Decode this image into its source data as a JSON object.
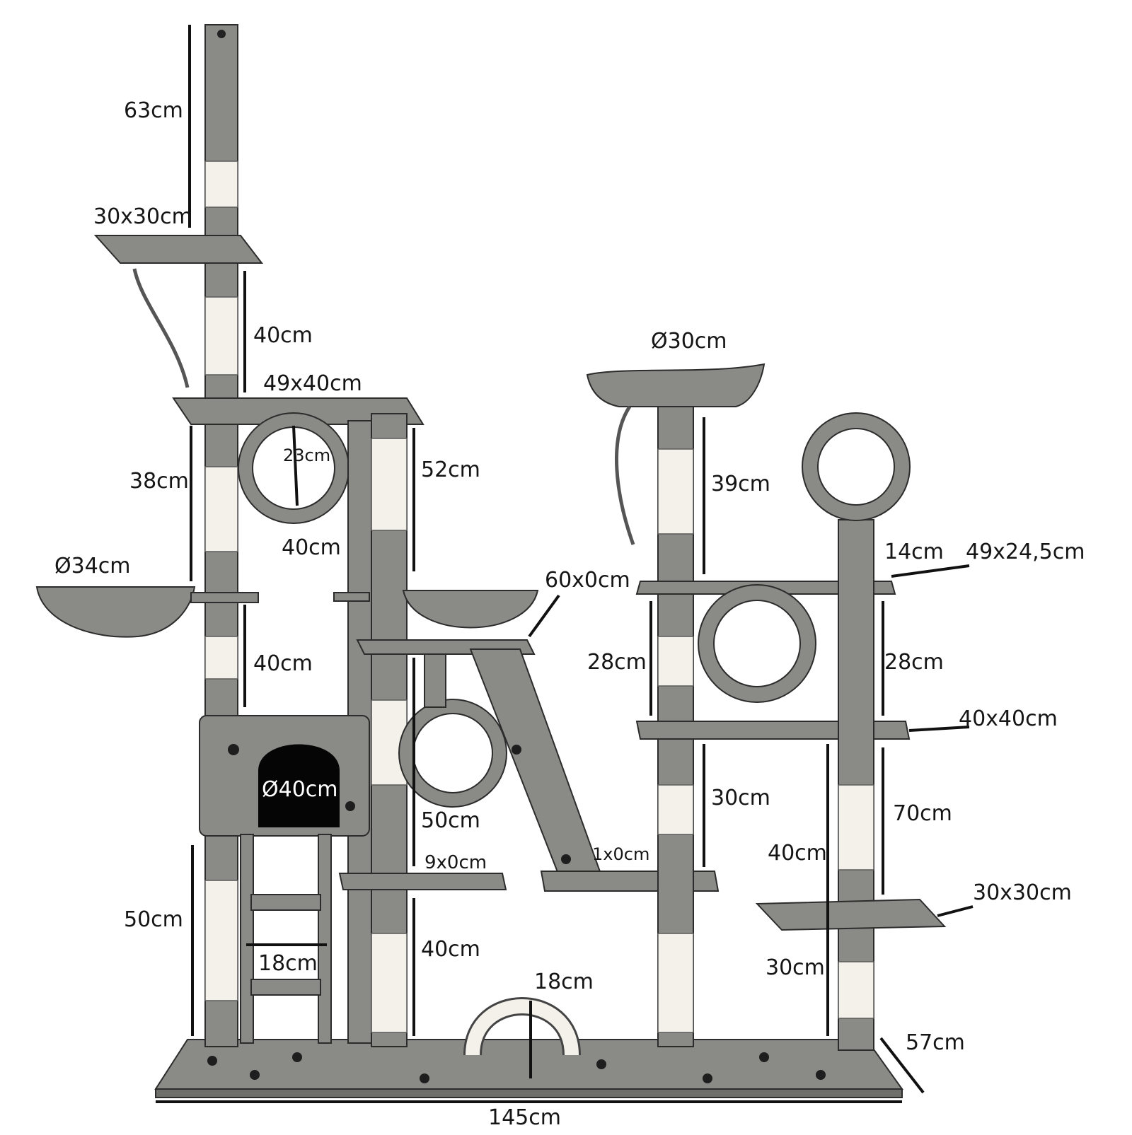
{
  "labels": {
    "top_pole_height": "63cm",
    "top_platform": "30x30cm",
    "upper_pole_left": "40cm",
    "big_platform": "49x40cm",
    "ring_left_diameter": "23cm",
    "left_pole_mid": "38cm",
    "center_pole_upper": "52cm",
    "hammock_left": "Ø34cm",
    "inner_pole": "40cm",
    "lower_left_pole": "40cm",
    "basket_platform": "60x0cm",
    "cave_opening": "Ø40cm",
    "center_pole_lower": "50cm",
    "small_step": "9x0cm",
    "left_base_pole": "50cm",
    "ladder_width": "18cm",
    "center_base_pole": "40cm",
    "arch_width": "18cm",
    "base_width": "145cm",
    "base_depth": "57cm",
    "ramp_platform": "1x0cm",
    "top_bed_right": "Ø30cm",
    "right_pole_upper": "39cm",
    "ring_pole_top": "14cm",
    "right_upper_platform": "49x24,5cm",
    "right_pole_mid": "28cm",
    "far_right_pole_mid": "28cm",
    "right_mid_platform": "40x40cm",
    "right_pole_lower": "30cm",
    "far_right_pole_lower": "70cm",
    "far_right_inner": "40cm",
    "far_right_small_platform": "30x30cm",
    "far_right_base": "30cm"
  }
}
